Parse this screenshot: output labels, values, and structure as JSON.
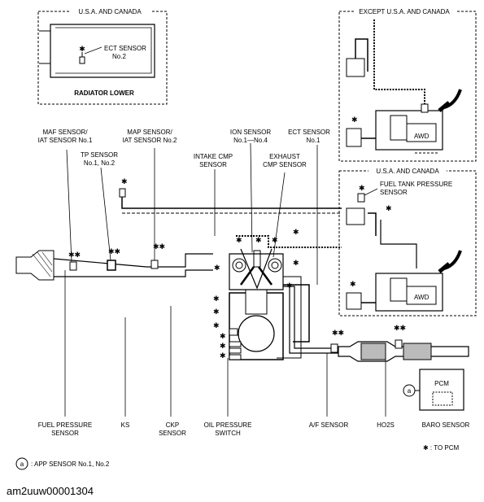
{
  "insets": {
    "usa_canada_top": "U.S.A. AND CANADA",
    "radiator_lower": "RADIATOR LOWER",
    "ect_sensor_no2": [
      "ECT SENSOR",
      "No.2"
    ],
    "except_usa_canada": "EXCEPT U.S.A. AND CANADA",
    "usa_canada_right": "U.S.A. AND CANADA",
    "fuel_tank_pressure_sensor": [
      "FUEL TANK PRESSURE",
      "SENSOR"
    ],
    "awd": "AWD"
  },
  "top_labels": {
    "maf_sensor": [
      "MAF SENSOR/",
      "IAT SENSOR No.1"
    ],
    "map_sensor": [
      "MAP SENSOR/",
      "IAT SENSOR No.2"
    ],
    "ion_sensor": [
      "ION SENSOR",
      "No.1—No.4"
    ],
    "ect_sensor_no1": [
      "ECT SENSOR",
      "No.1"
    ],
    "tp_sensor": [
      "TP SENSOR",
      "No.1, No.2"
    ],
    "intake_cmp": [
      "INTAKE CMP",
      "SENSOR"
    ],
    "exhaust_cmp": [
      "EXHAUST",
      "CMP SENSOR"
    ]
  },
  "bottom_labels": {
    "fuel_pressure_sensor": [
      "FUEL PRESSURE",
      "SENSOR"
    ],
    "ks": "KS",
    "ckp_sensor": [
      "CKP",
      "SENSOR"
    ],
    "oil_pressure_switch": [
      "OIL PRESSURE",
      "SWITCH"
    ],
    "af_sensor": "A/F SENSOR",
    "ho2s": "HO2S",
    "baro_sensor": "BARO SENSOR",
    "pcm": "PCM",
    "circle_a": "a"
  },
  "notes": {
    "to_pcm": "✱ : TO PCM",
    "app_sensor": ": APP SENSOR No.1, No.2",
    "asterisk": "✱",
    "double_asterisk": "✱✱"
  },
  "figure_code": "am2uuw00001304"
}
